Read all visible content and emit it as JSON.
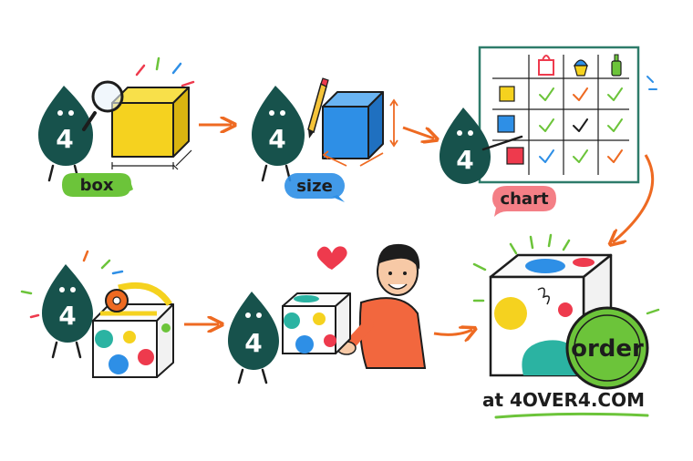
{
  "colors": {
    "drop": "#17524c",
    "yellow": "#f5d21f",
    "blue": "#2e8fe6",
    "red": "#ee3a4d",
    "green": "#6cc43a",
    "orange": "#ee6a22",
    "pink": "#f47f86",
    "teal": "#2bb3a2",
    "ink": "#1d1d1d"
  },
  "mascot_number": "4",
  "labels": {
    "box": "box",
    "size": "size",
    "chart": "chart"
  },
  "order": {
    "button": "order",
    "site": "at 4OVER4.COM"
  },
  "icons": [
    "magnifier-icon",
    "pencil-icon",
    "bag-icon",
    "cupcake-icon",
    "bottle-icon",
    "tape-icon",
    "heart-icon"
  ]
}
